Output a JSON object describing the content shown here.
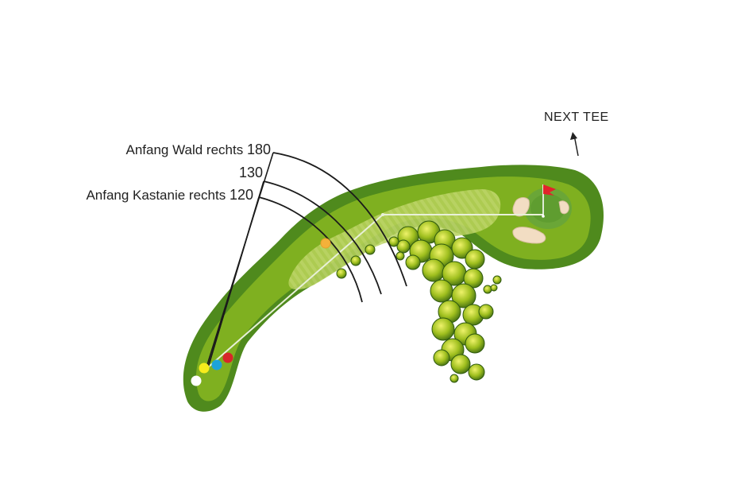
{
  "distance_markers": [
    {
      "text": "Anfang Wald rechts",
      "distance": "180"
    },
    {
      "text": "",
      "distance": "130"
    },
    {
      "text": "Anfang Kastanie rechts",
      "distance": "120"
    }
  ],
  "next_tee": {
    "label": "NEXT TEE"
  },
  "tee_markers": [
    "white",
    "yellow",
    "blue",
    "red"
  ],
  "colors": {
    "fairway": "#86b520",
    "rough": "#4e8a1c",
    "green": "#5f9d2c",
    "bunker": "#f1dcc0",
    "flag": "#e2232a",
    "tee_white": "#ffffff",
    "tee_yellow": "#f7ec1c",
    "tee_blue": "#1da3d8",
    "tee_red": "#d7262a",
    "ball_marker": "#f4b13a",
    "trees": "#a8c21e"
  },
  "icons": {
    "flag": "flag-icon",
    "next_tee_arrow": "arrow-up-icon"
  }
}
